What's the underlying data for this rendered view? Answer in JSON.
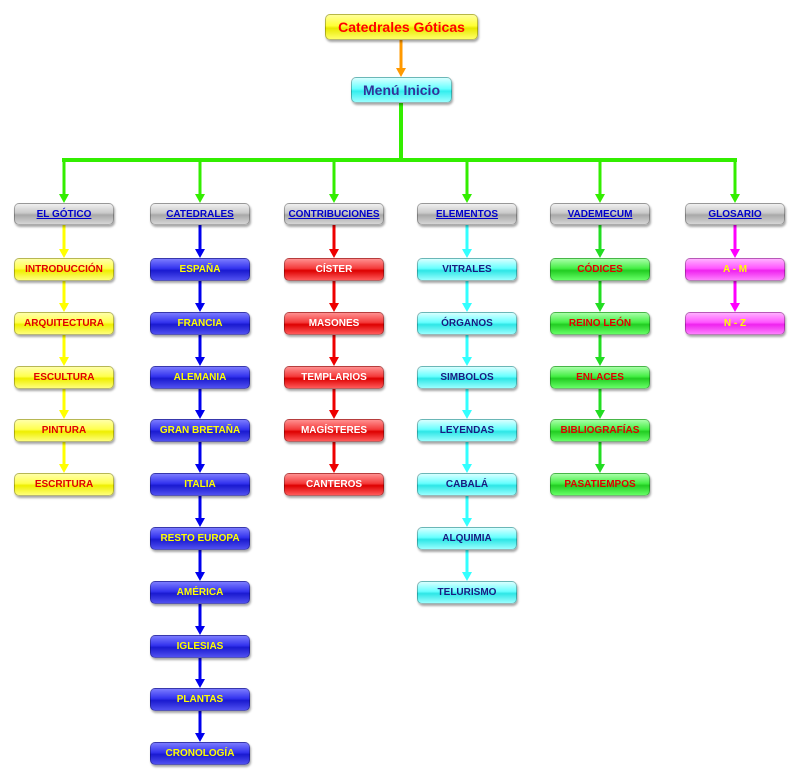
{
  "root": {
    "label": "Catedrales Góticas"
  },
  "menu": {
    "label": "Menú Inicio"
  },
  "colors": {
    "root_link": "#ff9900",
    "menu_link": "#33ee00",
    "yellow": "#ffff00",
    "blue": "#0000ee",
    "red": "#ee0000",
    "cyan": "#33ffff",
    "green": "#22dd22",
    "magenta": "#ff00ff"
  },
  "columns": [
    {
      "header": "EL GÓTICO",
      "theme": "yellow",
      "items": [
        "INTRODUCCIÓN",
        "ARQUITECTURA",
        "ESCULTURA",
        "PINTURA",
        "ESCRITURA"
      ]
    },
    {
      "header": "CATEDRALES",
      "theme": "blue",
      "items": [
        "ESPAÑA",
        "FRANCIA",
        "ALEMANIA",
        "GRAN BRETAÑA",
        "ITALIA",
        "RESTO EUROPA",
        "AMÉRICA",
        "IGLESIAS",
        "PLANTAS",
        "CRONOLOGÍA"
      ]
    },
    {
      "header": "CONTRIBUCIONES",
      "theme": "red",
      "items": [
        "CÍSTER",
        "MASONES",
        "TEMPLARIOS",
        "MAGÍSTERES",
        "CANTEROS"
      ]
    },
    {
      "header": "ELEMENTOS",
      "theme": "cyan",
      "items": [
        "VITRALES",
        "ÓRGANOS",
        "SIMBOLOS",
        "LEYENDAS",
        "CABALÁ",
        "ALQUIMIA",
        "TELURISMO"
      ]
    },
    {
      "header": "VADEMECUM",
      "theme": "green",
      "items": [
        "CÓDICES",
        "REINO LEÓN",
        "ENLACES",
        "BIBLIOGRAFÍAS",
        "PASATIEMPOS"
      ]
    },
    {
      "header": "GLOSARIO",
      "theme": "magenta",
      "items": [
        "A - M",
        "N - Z"
      ]
    }
  ]
}
